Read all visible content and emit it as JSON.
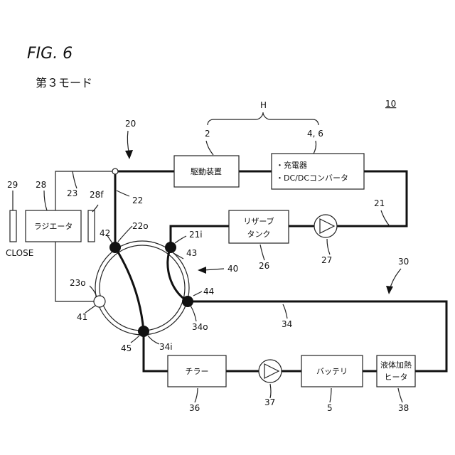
{
  "figure": {
    "title": "FIG. 6",
    "mode": "第３モード",
    "ref": "10"
  },
  "group": {
    "label": "H",
    "left": "2",
    "right": "4, 6"
  },
  "boxes": {
    "drive": "駆動装置",
    "charger_line1": "・充電器",
    "charger_line2": "・DC/DCコンバータ",
    "reserve_line1": "リザーブ",
    "reserve_line2": "タンク",
    "radiator": "ラジエータ",
    "chiller": "チラー",
    "battery": "バッテリ",
    "heater_line1": "液体加熱",
    "heater_line2": "ヒータ"
  },
  "labels": {
    "l20": "20",
    "l30": "30",
    "l40": "40",
    "l21": "21",
    "l21i": "21i",
    "l22": "22",
    "l22o": "22o",
    "l23": "23",
    "l23o": "23o",
    "l26": "26",
    "l27": "27",
    "l28": "28",
    "l28f": "28f",
    "l29": "29",
    "close": "CLOSE",
    "l34": "34",
    "l34i": "34i",
    "l34o": "34o",
    "l36": "36",
    "l37": "37",
    "l5": "5",
    "l38": "38",
    "l41": "41",
    "l42": "42",
    "l43": "43",
    "l44": "44",
    "l45": "45"
  }
}
